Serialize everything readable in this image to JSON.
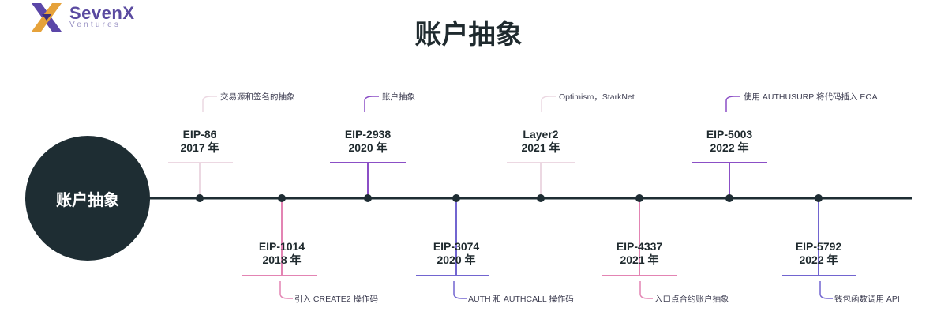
{
  "logo": {
    "name": "SevenX",
    "sub": "Ventures"
  },
  "title": "账户抽象",
  "hub_label": "账户抽象",
  "colors": {
    "dark": "#1e2d33",
    "pale_pink": "#ecd8e2",
    "pink": "#e384b3",
    "purple": "#8b4fc6",
    "indigo": "#7265d0",
    "light_purple": "#c8a6e3"
  },
  "milestones": [
    {
      "id": "eip-86",
      "name": "EIP-86",
      "year": "2017 年",
      "note": "交易源和签名的抽象"
    },
    {
      "id": "eip-1014",
      "name": "EIP-1014",
      "year": "2018 年",
      "note": "引入 CREATE2 操作码"
    },
    {
      "id": "eip-2938",
      "name": "EIP-2938",
      "year": "2020 年",
      "note": "账户抽象"
    },
    {
      "id": "eip-3074",
      "name": "EIP-3074",
      "year": "2020 年",
      "note": "AUTH 和 AUTHCALL 操作码"
    },
    {
      "id": "layer2",
      "name": "Layer2",
      "year": "2021 年",
      "note": "Optimism，StarkNet"
    },
    {
      "id": "eip-4337",
      "name": "EIP-4337",
      "year": "2021 年",
      "note": "入口点合约账户抽象"
    },
    {
      "id": "eip-5003",
      "name": "EIP-5003",
      "year": "2022 年",
      "note": "使用 AUTHUSURP 将代码插入 EOA"
    },
    {
      "id": "eip-5792",
      "name": "EIP-5792",
      "year": "2022 年",
      "note": "钱包函数调用 API"
    }
  ]
}
